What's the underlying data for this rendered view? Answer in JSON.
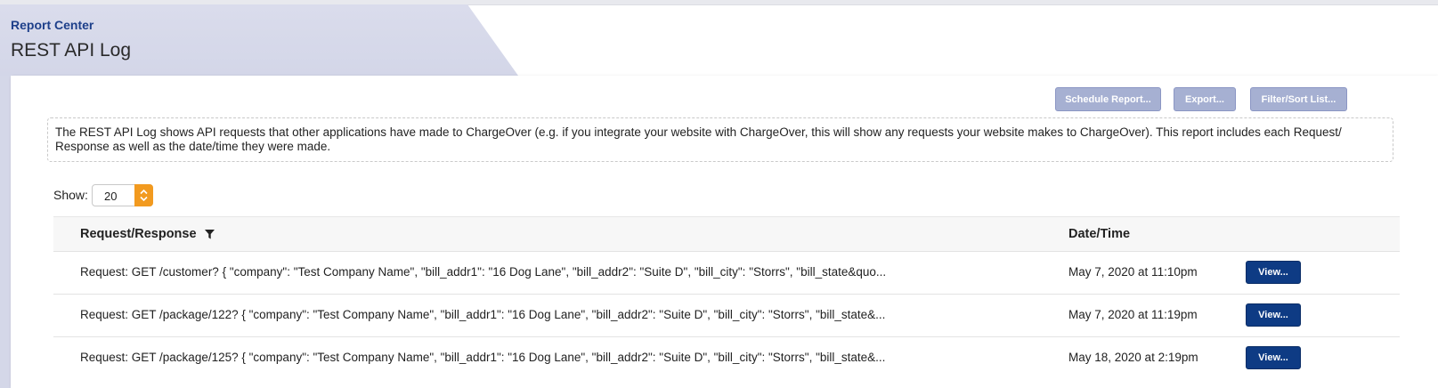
{
  "header": {
    "breadcrumb": "Report Center",
    "title": "REST API Log"
  },
  "toolbar": {
    "schedule_label": "Schedule Report...",
    "export_label": "Export...",
    "filter_label": "Filter/Sort List..."
  },
  "description": "The REST API Log shows API requests that other applications have made to ChargeOver (e.g. if you integrate your website with ChargeOver, this will show any requests your website makes to ChargeOver). This report includes each Request/ Response as well as the date/time they were made.",
  "pagination": {
    "show_label": "Show:",
    "page_size": "20"
  },
  "table": {
    "columns": [
      "Request/Response",
      "Date/Time"
    ],
    "rows": [
      {
        "request": "Request: GET /customer? { \"company\": \"Test Company Name\", \"bill_addr1\": \"16 Dog Lane\", \"bill_addr2\": \"Suite D\", \"bill_city\": \"Storrs\", \"bill_state&quo...",
        "date": "May 7, 2020 at 11:10pm",
        "action": "View..."
      },
      {
        "request": "Request: GET /package/122? { \"company\": \"Test Company Name\", \"bill_addr1\": \"16 Dog Lane\", \"bill_addr2\": \"Suite D\", \"bill_city\": \"Storrs\", \"bill_state&...",
        "date": "May 7, 2020 at 11:19pm",
        "action": "View..."
      },
      {
        "request": "Request: GET /package/125? { \"company\": \"Test Company Name\", \"bill_addr1\": \"16 Dog Lane\", \"bill_addr2\": \"Suite D\", \"bill_city\": \"Storrs\", \"bill_state&...",
        "date": "May 18, 2020 at 2:19pm",
        "action": "View..."
      }
    ]
  },
  "colors": {
    "accent": "#0e3b84",
    "stepper": "#f29a1f",
    "header_band": "#d3d6e8",
    "toolbar_button": "#a6b0d2"
  }
}
